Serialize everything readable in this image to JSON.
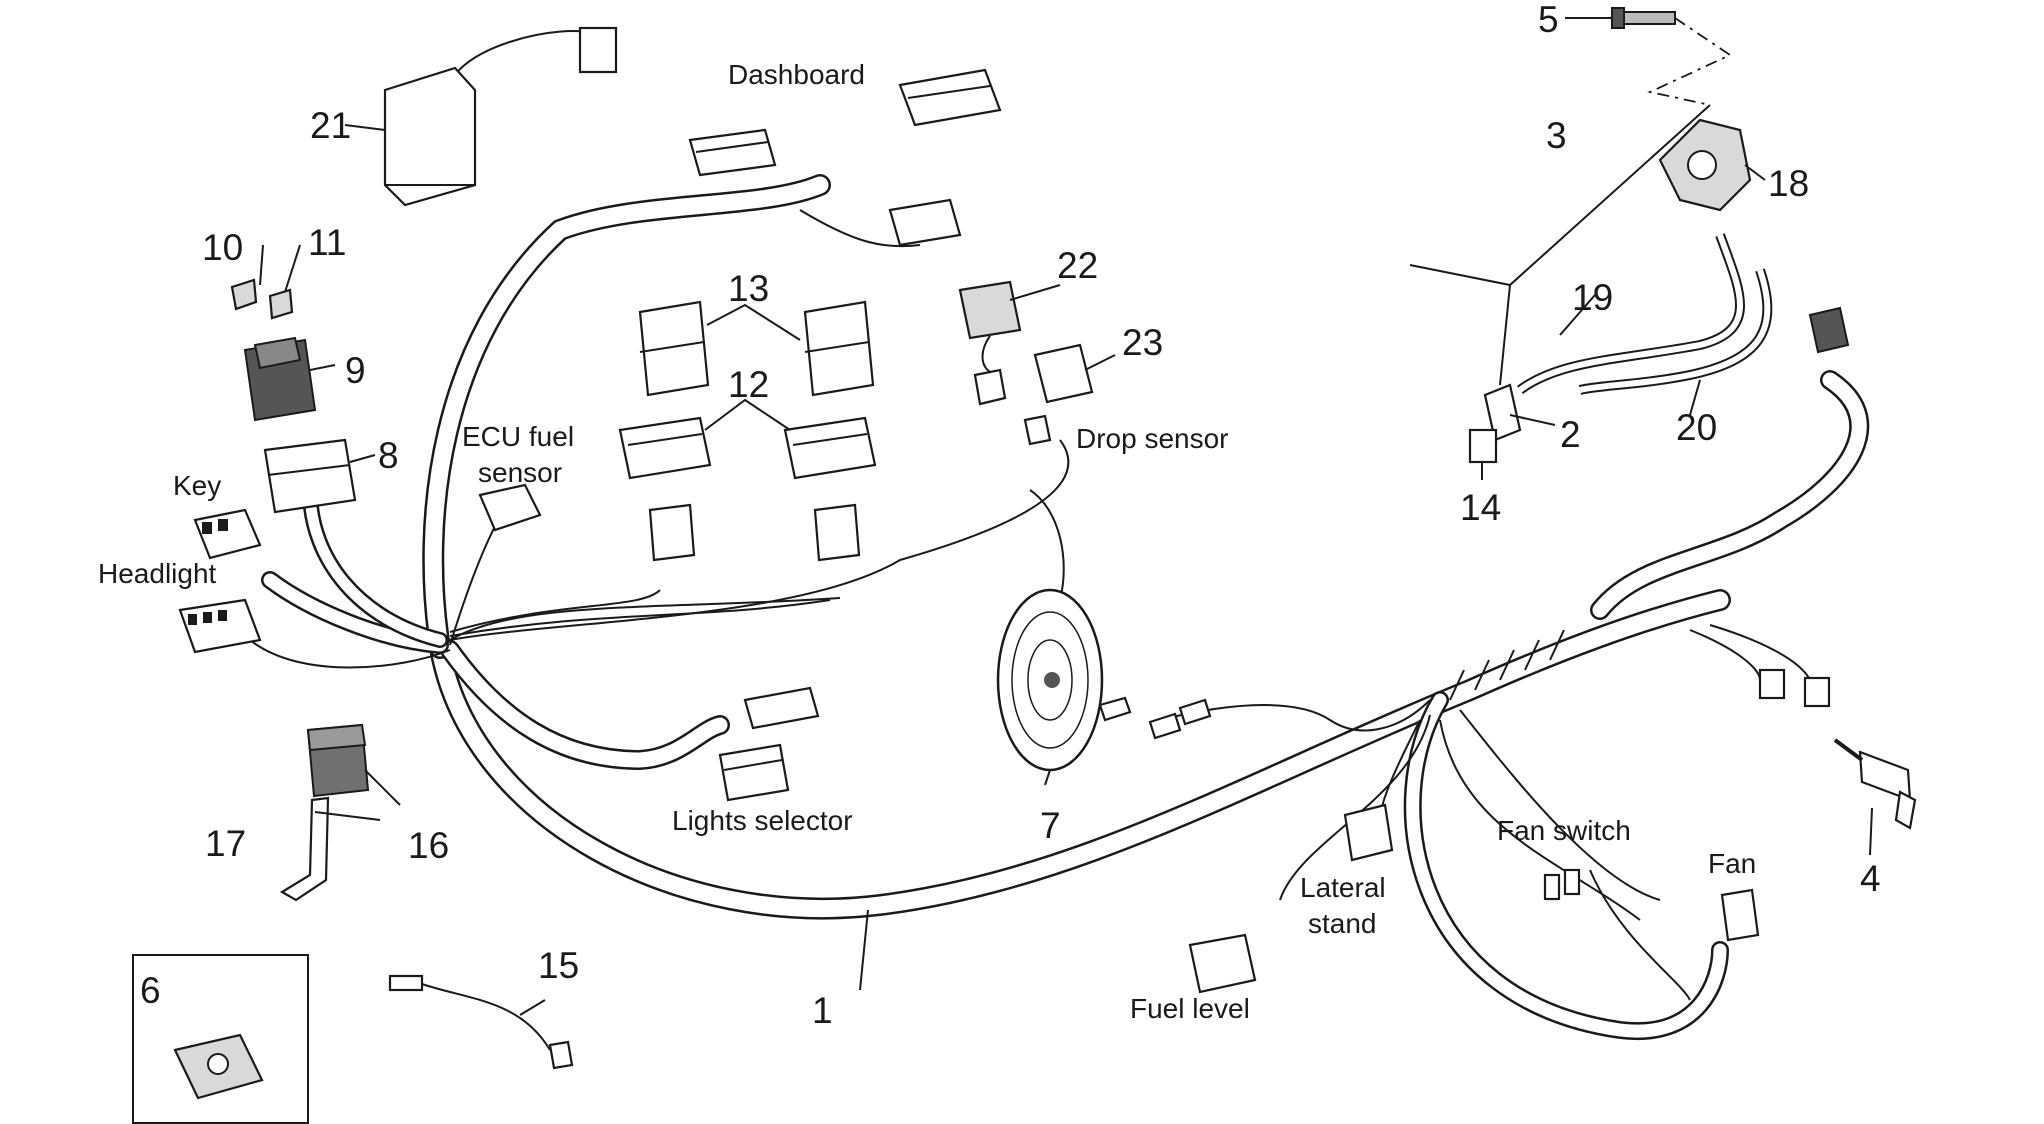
{
  "labels": {
    "dashboard": "Dashboard",
    "ecu_fuel_sensor": [
      "ECU fuel",
      "sensor"
    ],
    "drop_sensor": "Drop sensor",
    "key": "Key",
    "headlight": "Headlight",
    "lights_selector": "Lights selector",
    "fan_switch": "Fan switch",
    "fan": "Fan",
    "lateral_stand": [
      "Lateral",
      "stand"
    ],
    "fuel_level": "Fuel level"
  },
  "part_numbers": [
    "1",
    "2",
    "3",
    "4",
    "5",
    "6",
    "7",
    "8",
    "9",
    "10",
    "11",
    "12",
    "12",
    "13",
    "14",
    "15",
    "16",
    "17",
    "18",
    "19",
    "20",
    "21",
    "22",
    "23"
  ],
  "colors": {
    "line": "#1a1a1a",
    "shade": "#d9d9d9",
    "dark": "#555555",
    "background": "#ffffff"
  }
}
